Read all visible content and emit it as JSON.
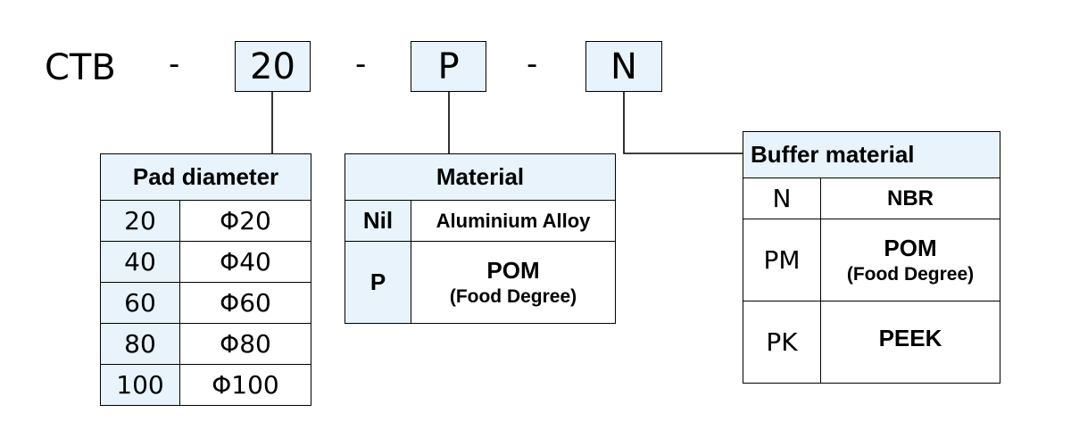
{
  "code": {
    "prefix": "CTB",
    "separator": "-",
    "segments": [
      "20",
      "P",
      "N"
    ]
  },
  "pad_diameter": {
    "title": "Pad diameter",
    "rows": [
      {
        "code": "20",
        "value": "Φ20"
      },
      {
        "code": "40",
        "value": "Φ40"
      },
      {
        "code": "60",
        "value": "Φ60"
      },
      {
        "code": "80",
        "value": "Φ80"
      },
      {
        "code": "100",
        "value": "Φ100"
      }
    ]
  },
  "material": {
    "title": "Material",
    "rows": [
      {
        "code": "Nil",
        "value": "Aluminium Alloy",
        "note": ""
      },
      {
        "code": "P",
        "value": "POM",
        "note": "(Food Degree)"
      }
    ]
  },
  "buffer_material": {
    "title": "Buffer material",
    "rows": [
      {
        "code": "N",
        "value": "NBR",
        "note": ""
      },
      {
        "code": "PM",
        "value": "POM",
        "note": "(Food Degree)"
      },
      {
        "code": "PK",
        "value": "PEEK",
        "note": ""
      }
    ]
  }
}
